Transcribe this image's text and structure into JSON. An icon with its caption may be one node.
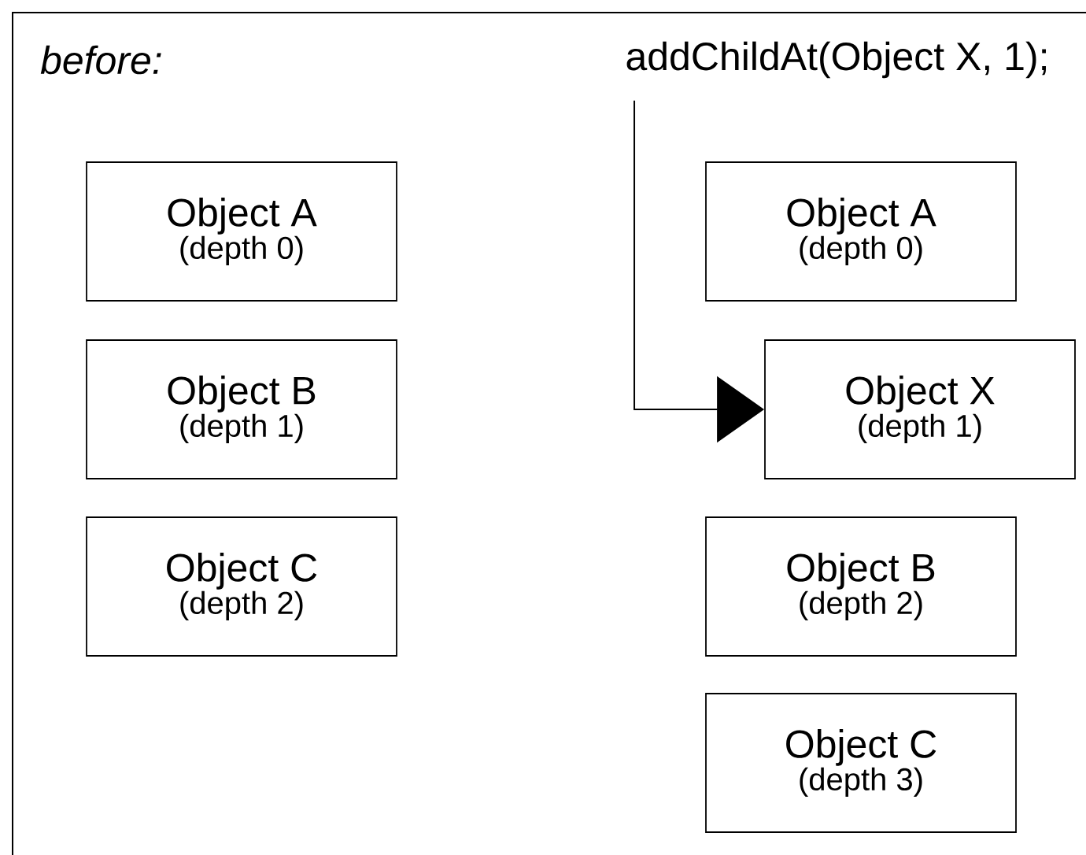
{
  "diagram": {
    "nodes": [
      {
        "text": [
          "Object A",
          "(depth 0)"
        ]
      },
      {
        "text": [
          "Object B",
          "(depth 1)"
        ]
      },
      {
        "text": [
          "Object C",
          "(depth 2)"
        ]
      },
      {
        "text": [
          "addChildAt(Object X, 1);"
        ]
      },
      {
        "text": [
          "Object A",
          "(depth 0)"
        ]
      },
      {
        "text": [
          "Object X",
          "(depth 1)"
        ]
      },
      {
        "text": [
          "Object B",
          "(depth 2)"
        ]
      },
      {
        "text": [
          "Object C",
          "(depth 3)"
        ]
      }
    ],
    "edges": [
      {
        "from": 3,
        "to": 5,
        "arrow": "to"
      }
    ],
    "labels": [
      "before:"
    ]
  }
}
